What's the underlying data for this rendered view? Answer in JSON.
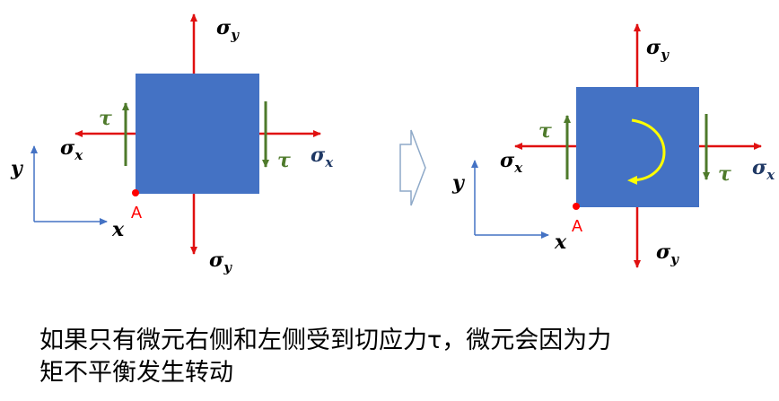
{
  "colors": {
    "element_fill": "#4472c4",
    "normal_stress": "#e01010",
    "shear_stress": "#4e7a2b",
    "axis": "#4472c4",
    "rotation": "#ffff00",
    "sigma_x_label": "#1f3864"
  },
  "left": {
    "sigma_y_top": "σ",
    "sigma_y_top_sub": "y",
    "sigma_y_bottom": "σ",
    "sigma_y_bottom_sub": "y",
    "sigma_x_left": "σ",
    "sigma_x_left_sub": "x",
    "sigma_x_right": "σ",
    "sigma_x_right_sub": "x",
    "tau_left": "τ",
    "tau_right": "τ",
    "axis_x": "x",
    "axis_y": "y",
    "point": "A"
  },
  "arrow_icon": "hollow-right-arrow-icon",
  "right": {
    "sigma_y_top": "σ",
    "sigma_y_top_sub": "y",
    "sigma_y_bottom": "σ",
    "sigma_y_bottom_sub": "y",
    "sigma_x_left": "σ",
    "sigma_x_left_sub": "x",
    "sigma_x_right": "σ",
    "sigma_x_right_sub": "x",
    "tau_left": "τ",
    "tau_right": "τ",
    "axis_x": "x",
    "axis_y": "y",
    "point": "A",
    "rotation_icon": "clockwise-rotation-arrow-icon"
  },
  "caption": {
    "line1": "如果只有微元右侧和左侧受到切应力τ，微元会因为力",
    "line2": "矩不平衡发生转动"
  }
}
